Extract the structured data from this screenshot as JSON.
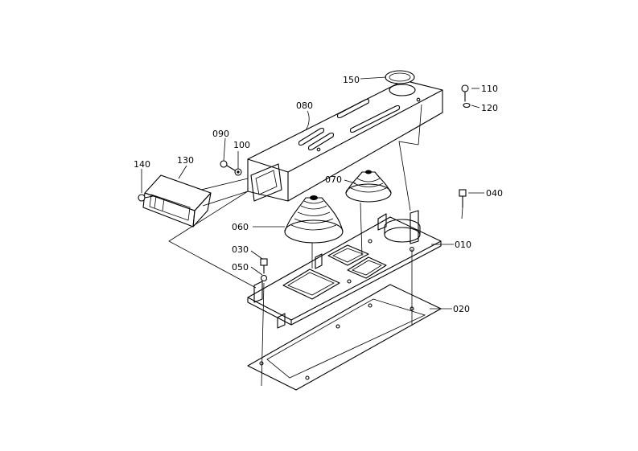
{
  "callouts": {
    "c010": "010",
    "c020": "020",
    "c030": "030",
    "c040": "040",
    "c050": "050",
    "c060": "060",
    "c070": "070",
    "c080": "080",
    "c090": "090",
    "c100": "100",
    "c110": "110",
    "c120": "120",
    "c130": "130",
    "c140": "140",
    "c150": "150"
  },
  "style": {
    "ink": "#000000",
    "paper": "#ffffff"
  }
}
